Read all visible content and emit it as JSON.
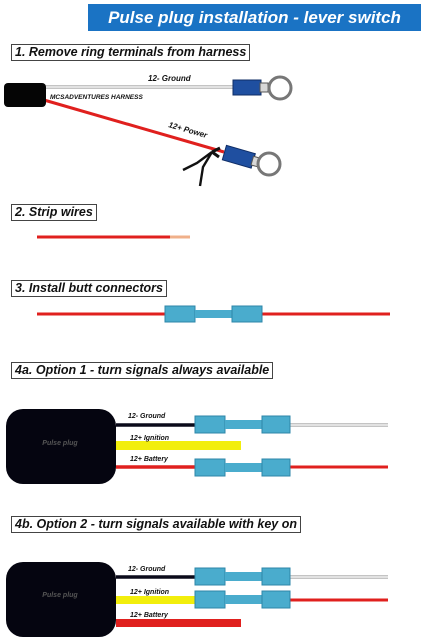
{
  "title": "Pulse plug installation - lever switch",
  "steps": {
    "s1": "1. Remove ring terminals from harness",
    "s2": "2. Strip wires",
    "s3": "3. Install butt connectors",
    "s4a": "4a. Option 1 - turn signals always available",
    "s4b": "4b. Option 2 - turn signals available with key on"
  },
  "harness": {
    "ground_label": "12- Ground",
    "name": "MCSADVENTURES HARNESS",
    "power_label": "12+ Power"
  },
  "option1": {
    "box_label": "Pulse plug",
    "ground": "12- Ground",
    "ignition": "12+ Ignition",
    "battery": "12+ Battery"
  },
  "option2": {
    "box_label": "Pulse plug",
    "ground": "12- Ground",
    "ignition": "12+ Ignition",
    "battery": "12+ Battery"
  },
  "colors": {
    "banner": "#1a73c4",
    "red_wire": "#e0201e",
    "black_wire": "#0a0a1a",
    "yellow_wire": "#f2ee0c",
    "connector": "#4aaccd",
    "terminal": "#1f4fa0"
  }
}
